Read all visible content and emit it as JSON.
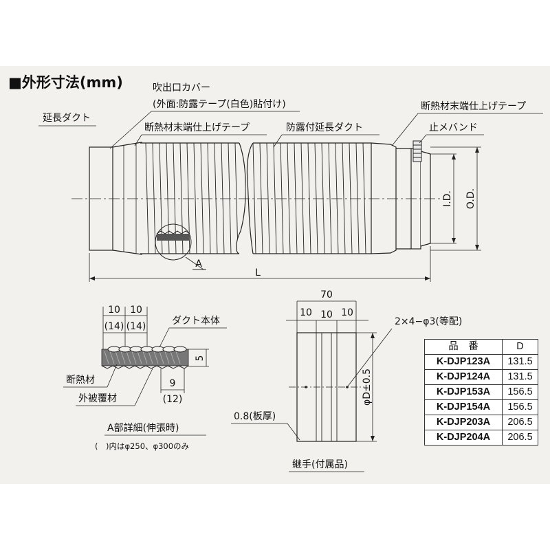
{
  "title": "■外形寸法(mm)",
  "main_view": {
    "label_outlet_cover": "吹出口カバー",
    "label_outlet_cover_note": "(外面:防露テープ(白色)貼付け)",
    "label_extension_duct": "延長ダクト",
    "label_end_tape_left": "断熱材末端仕上げテープ",
    "label_insulated_duct": "防露付延長ダクト",
    "label_end_tape_right": "断熱材末端仕上げテープ",
    "label_band": "止メバンド",
    "label_id": "I.D.",
    "label_od": "O.D.",
    "label_a": "A",
    "label_l": "L"
  },
  "detail_a": {
    "dim_10a": "10",
    "dim_10b": "10",
    "dim_14a": "(14)",
    "dim_14b": "(14)",
    "label_duct_body": "ダクト本体",
    "dim_5": "5",
    "label_insulation": "断熱材",
    "dim_9": "9",
    "dim_12": "(12)",
    "label_cover_material": "外被覆材",
    "caption": "A部詳細(伸張時)",
    "note": "(　)内はφ250、φ300のみ"
  },
  "joint": {
    "dim_70": "70",
    "dim_10a": "10",
    "dim_10b": "10",
    "dim_10c": "10",
    "label_holes": "2×4−φ3(等配)",
    "label_thickness": "0.8(板厚)",
    "label_phi_d": "φD±0.5",
    "caption": "継手(付属品)"
  },
  "parts_table": {
    "header_code": "品　番",
    "header_d": "D",
    "rows": [
      {
        "code": "K-DJP123A",
        "d": "131.5"
      },
      {
        "code": "K-DJP124A",
        "d": "131.5"
      },
      {
        "code": "K-DJP153A",
        "d": "156.5"
      },
      {
        "code": "K-DJP154A",
        "d": "156.5"
      },
      {
        "code": "K-DJP203A",
        "d": "206.5"
      },
      {
        "code": "K-DJP204A",
        "d": "206.5"
      }
    ]
  }
}
